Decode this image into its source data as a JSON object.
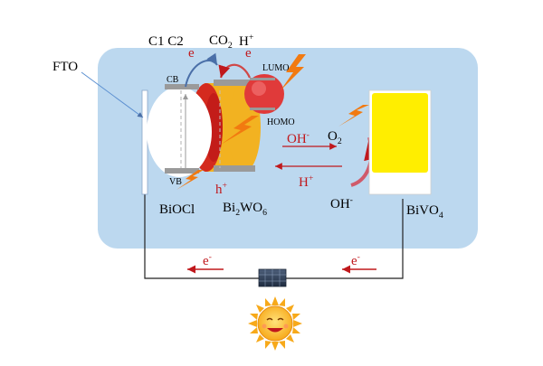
{
  "diagram": {
    "fto_label": "FTO",
    "cb_label": "CB",
    "vb_label": "VB",
    "lumo_label": "LUMO",
    "homo_label": "HOMO",
    "electron_top_left": "e",
    "electron_top_right": "e",
    "products_label": "C1 C2",
    "co2_base": "CO",
    "co2_sub": "2",
    "h_plus_base": "H",
    "h_plus_sup": "+",
    "hole_base": "h",
    "hole_sup": "+",
    "bioci_label": "BiOCl",
    "bi2wo6_parts": [
      "Bi",
      "2",
      "WO",
      "6"
    ],
    "oh_middle_base": "OH",
    "oh_middle_sup": "-",
    "o2_base": "O",
    "o2_sub": "2",
    "h_plus_middle_base": "H",
    "h_plus_middle_sup": "+",
    "oh_right_base": "OH",
    "oh_right_sup": "-",
    "bivo4_base": "BiVO",
    "bivo4_sub": "4",
    "circuit_e_left_base": "e",
    "circuit_e_left_sup": "-",
    "circuit_e_right_base": "e",
    "circuit_e_right_sup": "-"
  },
  "colors": {
    "electrolyte": "#bcd8ef",
    "bi2wo6": "#f2b221",
    "red_accent": "#c0181c",
    "bivo4": "#ffee00",
    "sun": "#f7a91a",
    "panel": "#2d3e57"
  },
  "icons": [
    "sun-icon",
    "solar-panel-icon",
    "lightning-icon"
  ]
}
